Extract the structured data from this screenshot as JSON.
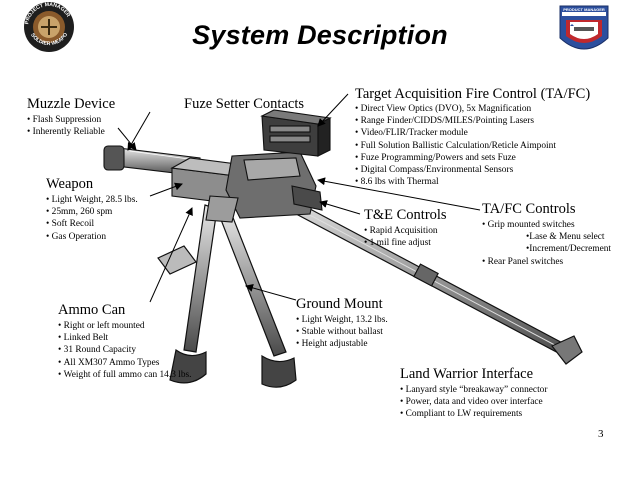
{
  "page": {
    "title": "System Description",
    "page_number": "3"
  },
  "logos": {
    "left": {
      "ring_text": "PROJECT MANAGER SOLDIER WEAPONS",
      "colors": {
        "ring": "#1e1e1e",
        "inner": "#8a5a2b",
        "text": "#ffffff"
      }
    },
    "right": {
      "ring_text": "PRODUCT MANAGER CREW SERVED WEAPONS",
      "colors": {
        "shield_blue": "#2c4f9e",
        "shield_red": "#c0282d",
        "text": "#ffffff"
      }
    }
  },
  "labels": {
    "muzzle_device": {
      "heading": "Muzzle Device",
      "items": [
        "Flash Suppression",
        "Inherently Reliable"
      ]
    },
    "fuze_setter": {
      "heading": "Fuze Setter Contacts"
    },
    "tafc": {
      "heading": "Target Acquisition Fire Control (TA/FC)",
      "items": [
        "Direct View Optics (DVO), 5x Magnification",
        "Range Finder/CIDDS/MILES/Pointing Lasers",
        "Video/FLIR/Tracker module",
        "Full Solution Ballistic Calculation/Reticle Aimpoint",
        "Fuze Programming/Powers and sets Fuze",
        "Digital Compass/Environmental Sensors",
        "8.6 lbs with Thermal"
      ]
    },
    "weapon": {
      "heading": "Weapon",
      "items": [
        "Light Weight,  28.5 lbs.",
        "25mm, 260 spm",
        "Soft Recoil",
        "Gas Operation"
      ]
    },
    "te_controls": {
      "heading": "T&E Controls",
      "items": [
        "Rapid Acquisition",
        "1 mil fine adjust"
      ]
    },
    "tafc_controls": {
      "heading": "TA/FC Controls",
      "items": [
        "Grip mounted switches"
      ],
      "sub_items": [
        "Lase & Menu select",
        "Increment/Decrement"
      ],
      "items_after": [
        "Rear Panel switches"
      ]
    },
    "ammo_can": {
      "heading": "Ammo Can",
      "items": [
        "Right or left mounted",
        "Linked Belt",
        "31 Round Capacity",
        "All XM307 Ammo Types",
        "Weight of full ammo can 14.3 lbs."
      ]
    },
    "ground_mount": {
      "heading": "Ground Mount",
      "items": [
        "Light Weight,  13.2 lbs.",
        "Stable without ballast",
        "Height adjustable"
      ]
    },
    "land_warrior": {
      "heading": "Land Warrior Interface",
      "items": [
        "Lanyard style “breakaway” connector",
        "Power, data and video over interface",
        "Compliant to LW requirements"
      ]
    }
  }
}
